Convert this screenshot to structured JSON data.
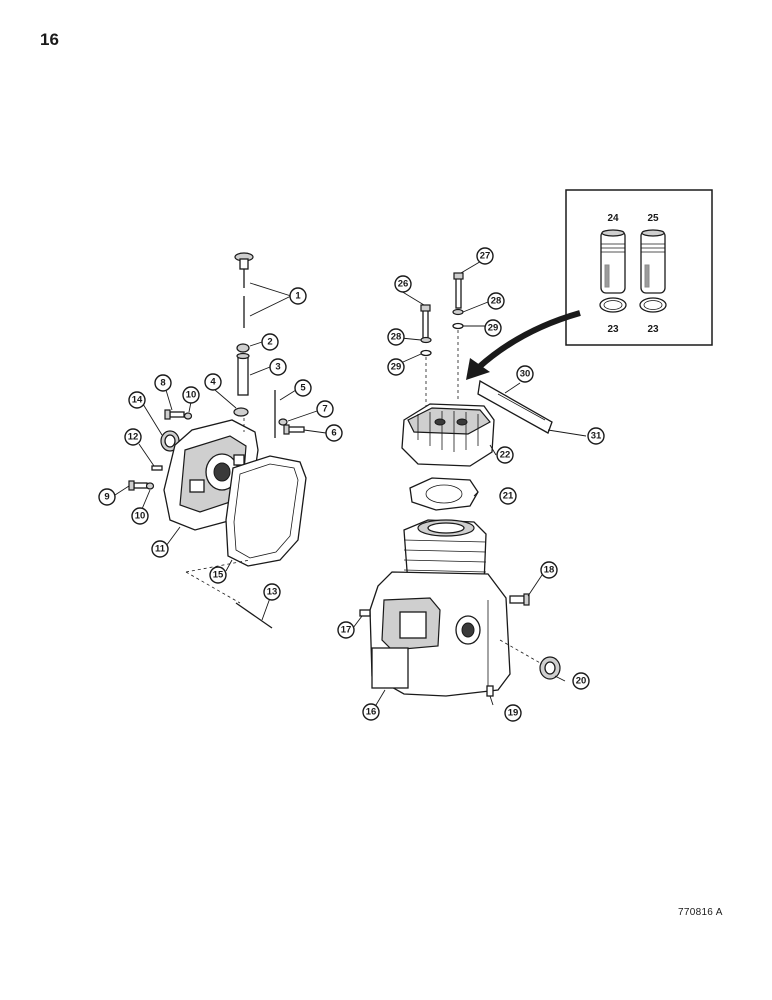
{
  "page_number": "16",
  "figure_code": "770816 A",
  "callouts": [
    {
      "label": "1"
    },
    {
      "label": "2"
    },
    {
      "label": "3"
    },
    {
      "label": "4"
    },
    {
      "label": "5"
    },
    {
      "label": "6"
    },
    {
      "label": "7"
    },
    {
      "label": "8"
    },
    {
      "label": "9"
    },
    {
      "label": "10"
    },
    {
      "label": "10"
    },
    {
      "label": "11"
    },
    {
      "label": "12"
    },
    {
      "label": "13"
    },
    {
      "label": "14"
    },
    {
      "label": "15"
    },
    {
      "label": "16"
    },
    {
      "label": "17"
    },
    {
      "label": "18"
    },
    {
      "label": "19"
    },
    {
      "label": "20"
    },
    {
      "label": "21"
    },
    {
      "label": "22"
    },
    {
      "label": "26"
    },
    {
      "label": "27"
    },
    {
      "label": "28"
    },
    {
      "label": "28"
    },
    {
      "label": "29"
    },
    {
      "label": "29"
    },
    {
      "label": "30"
    },
    {
      "label": "31"
    }
  ],
  "inset": {
    "labels": [
      {
        "label": "24"
      },
      {
        "label": "25"
      },
      {
        "label": "23"
      },
      {
        "label": "23"
      }
    ]
  }
}
